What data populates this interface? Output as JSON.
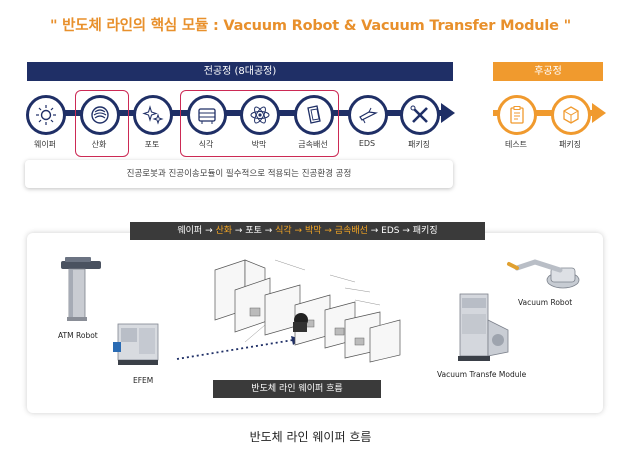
{
  "title": "\" 반도체 라인의 핵심 모듈 : Vacuum Robot & Vacuum Transfer Module \"",
  "front_band": "전공정 (8대공정)",
  "back_band": "후공정",
  "front_steps": [
    {
      "label": "웨이퍼",
      "icon": "sun-wafer-icon"
    },
    {
      "label": "산화",
      "icon": "oxidation-icon"
    },
    {
      "label": "포토",
      "icon": "sparkle-icon"
    },
    {
      "label": "식각",
      "icon": "etch-icon"
    },
    {
      "label": "박막",
      "icon": "atom-icon"
    },
    {
      "label": "금속배선",
      "icon": "metal-wiring-icon"
    },
    {
      "label": "EDS",
      "icon": "probe-icon"
    },
    {
      "label": "패키징",
      "icon": "tools-icon"
    }
  ],
  "back_steps": [
    {
      "label": "테스트",
      "icon": "clipboard-icon"
    },
    {
      "label": "패키징",
      "icon": "package-icon"
    }
  ],
  "note": "진공로봇과 진공이송모듈이 필수적으로 적용되는 진공환경 공정",
  "flow": {
    "p1": "웨이퍼 → ",
    "p2": "산화",
    "p3": " → 포토 → ",
    "p4": "식각 → 박막 → 금속배선",
    "p5": " → EDS → 패키징"
  },
  "equipment": {
    "atm": "ATM Robot",
    "efem": "EFEM",
    "vacuum_robot": "Vacuum Robot",
    "vtm": "Vacuum Transfe Module"
  },
  "line_label": "반도체 라인 웨이퍼 흐름",
  "caption": "반도체 라인 웨이퍼 흐름",
  "colors": {
    "navy": "#1f2f66",
    "orange": "#f09a2e",
    "highlight": "#cc2a55"
  }
}
